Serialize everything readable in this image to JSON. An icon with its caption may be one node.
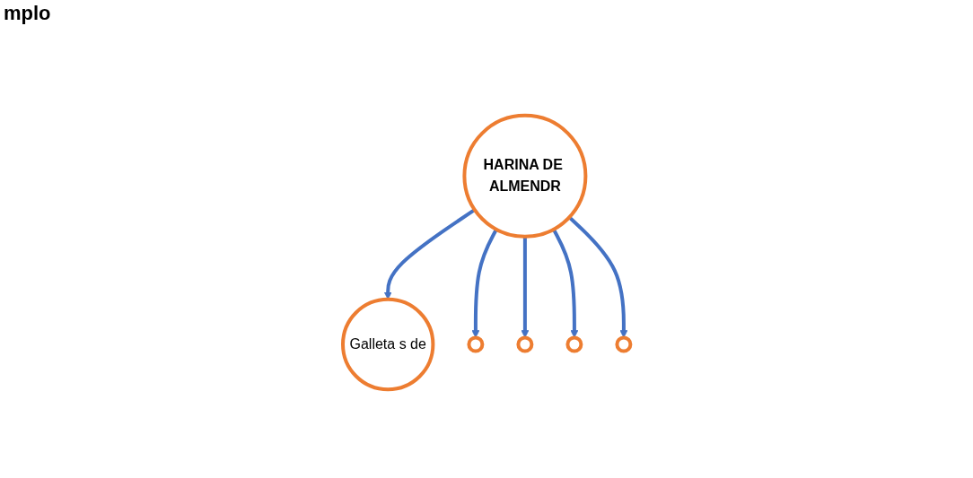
{
  "diagram": {
    "title": "mplo",
    "nodes": [
      {
        "text": [
          "HARINA DE ALMENDR"
        ]
      },
      {
        "text": [
          "Galleta s de"
        ]
      },
      {
        "text": [],
        "shape": "circle"
      },
      {
        "text": [],
        "shape": "circle"
      },
      {
        "text": [],
        "shape": "circle"
      },
      {
        "text": [],
        "shape": "circle"
      }
    ],
    "edges": [
      {
        "from": 0,
        "to": 1,
        "arrow": "to"
      },
      {
        "from": 0,
        "to": 2,
        "arrow": "to"
      },
      {
        "from": 0,
        "to": 3,
        "arrow": "to"
      },
      {
        "from": 0,
        "to": 4,
        "arrow": "to"
      },
      {
        "from": 0,
        "to": 5,
        "arrow": "to"
      }
    ]
  }
}
